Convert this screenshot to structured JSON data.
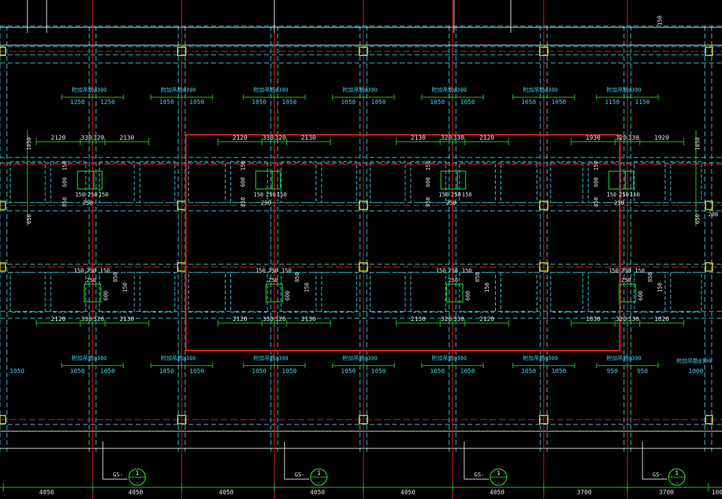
{
  "drawing": {
    "rebar_note": "附加吊筋@300",
    "bay_dims": [
      "4050",
      "4050",
      "4050",
      "4050",
      "4050",
      "4050",
      "3700",
      "3700",
      "100"
    ],
    "section_marks": [
      {
        "prefix": "GS-",
        "num": "1",
        "sheet": "-"
      },
      {
        "prefix": "GS-",
        "num": "1",
        "sheet": "-"
      },
      {
        "prefix": "GS-",
        "num": "1",
        "sheet": "-"
      },
      {
        "prefix": "GS-",
        "num": "1",
        "sheet": "-"
      }
    ],
    "top_pairs": [
      [
        "1250",
        "1250"
      ],
      [
        "1050",
        "1050"
      ],
      [
        "1050",
        "1050"
      ],
      [
        "1050",
        "1050"
      ],
      [
        "1050",
        "1050"
      ],
      [
        "1050",
        "1050"
      ],
      [
        "1150",
        "1150"
      ]
    ],
    "bottom_pairs": [
      [
        "1050",
        "1050"
      ],
      [
        "1050",
        "1050"
      ],
      [
        "1050",
        "1050"
      ],
      [
        "1050",
        "1050"
      ],
      [
        "1050",
        "1050"
      ],
      [
        "1050",
        "1050"
      ],
      [
        "950",
        "950"
      ]
    ],
    "bottom_left": "1050",
    "bottom_right": "1000",
    "upper_dim_rows": [
      [
        "2120",
        "330",
        "320",
        "2130"
      ],
      [
        "2120",
        "330",
        "320",
        "2130"
      ],
      [
        "2130",
        "320",
        "330",
        "2120"
      ],
      [
        "1930",
        "320",
        "330",
        "1920"
      ]
    ],
    "lower_dim_rows": [
      [
        "2120",
        "330",
        "320",
        "2130"
      ],
      [
        "2120",
        "330",
        "320",
        "2130"
      ],
      [
        "2130",
        "320",
        "330",
        "2120"
      ],
      [
        "1830",
        "320",
        "330",
        "1820"
      ]
    ],
    "opening_dims": {
      "a": "150",
      "b": "250",
      "c": "150",
      "h": "600",
      "w": "250",
      "s": "850"
    },
    "side_dims": [
      "1050",
      "650",
      "1050",
      "650",
      "150",
      "200"
    ]
  }
}
